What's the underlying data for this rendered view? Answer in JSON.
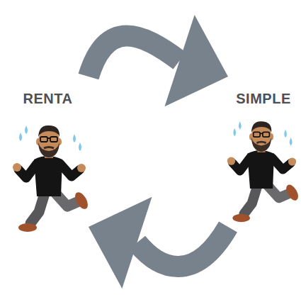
{
  "diagram": {
    "nodes": [
      {
        "text": [
          "RENTA"
        ]
      },
      {
        "text": [
          "SIMPLE"
        ]
      }
    ],
    "edges": [
      {
        "from": 0,
        "to": 1,
        "arrow": "to"
      },
      {
        "from": 1,
        "to": 0,
        "arrow": "to"
      }
    ]
  }
}
